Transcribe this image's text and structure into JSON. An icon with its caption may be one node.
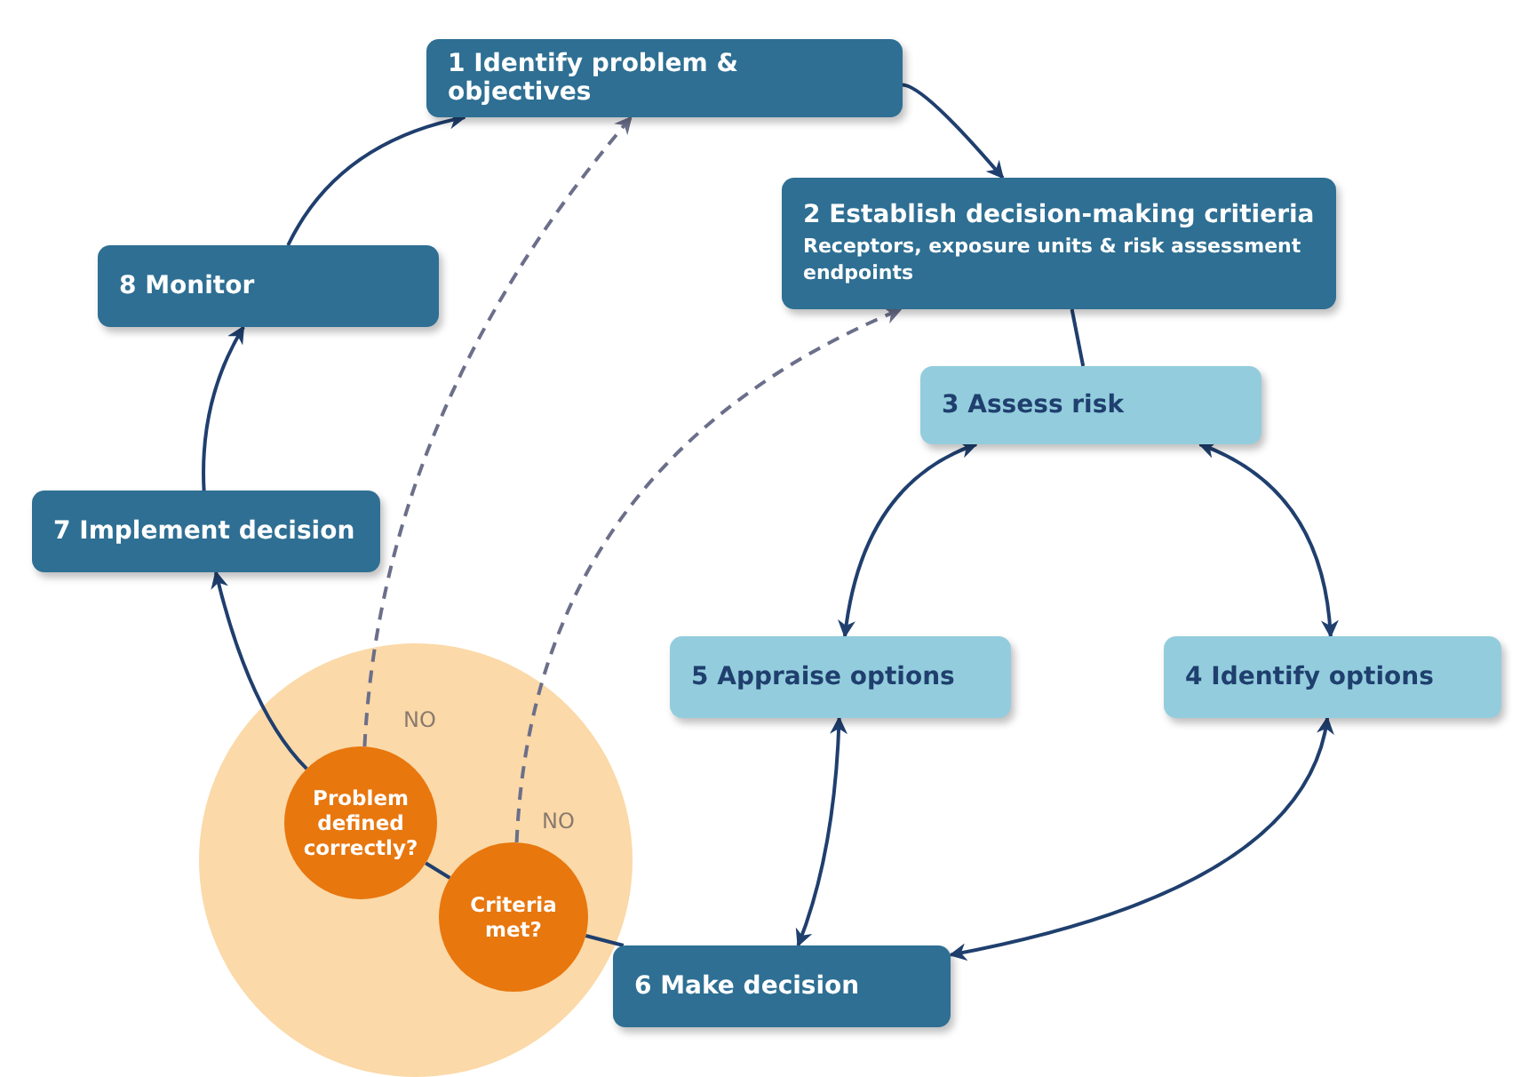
{
  "diagram": {
    "nodes": [
      {
        "text": [
          "1 Identify problem & objectives"
        ]
      },
      {
        "text": [
          "2 Establish decision-making critieria",
          "Receptors, exposure units & risk assessment endpoints"
        ]
      },
      {
        "text": [
          "3 Assess risk"
        ]
      },
      {
        "text": [
          "4 Identify options"
        ]
      },
      {
        "text": [
          "5 Appraise options"
        ]
      },
      {
        "text": [
          "6 Make decision"
        ]
      },
      {
        "text": [],
        "shape": "circle"
      },
      {
        "text": [
          "Problem defined correctly?"
        ],
        "in": 6
      },
      {
        "text": [
          "Criteria met?"
        ],
        "in": 6
      },
      {
        "text": [
          "7 Implement decision"
        ]
      },
      {
        "text": [
          "8 Monitor"
        ]
      }
    ],
    "edges": [
      {
        "from": 0,
        "to": 1,
        "arrow": "to"
      },
      {
        "from": 1,
        "to": 2,
        "arrow": "none"
      },
      {
        "from": 2,
        "to": 3,
        "arrow": "both"
      },
      {
        "from": 2,
        "to": 4,
        "arrow": "both"
      },
      {
        "from": 3,
        "to": 5,
        "arrow": "both"
      },
      {
        "from": 4,
        "to": 5,
        "arrow": "both"
      },
      {
        "from": 5,
        "to": 8,
        "arrow": "none"
      },
      {
        "from": 8,
        "to": 7,
        "arrow": "none"
      },
      {
        "from": 7,
        "to": 9,
        "arrow": "to"
      },
      {
        "from": 9,
        "to": 10,
        "arrow": "to"
      },
      {
        "from": 10,
        "to": 0,
        "arrow": "to"
      },
      {
        "from": 7,
        "to": 0,
        "arrow": "to",
        "label": "NO",
        "style": "dashed"
      },
      {
        "from": 8,
        "to": 1,
        "arrow": "to",
        "label": "NO",
        "style": "dashed"
      }
    ]
  }
}
